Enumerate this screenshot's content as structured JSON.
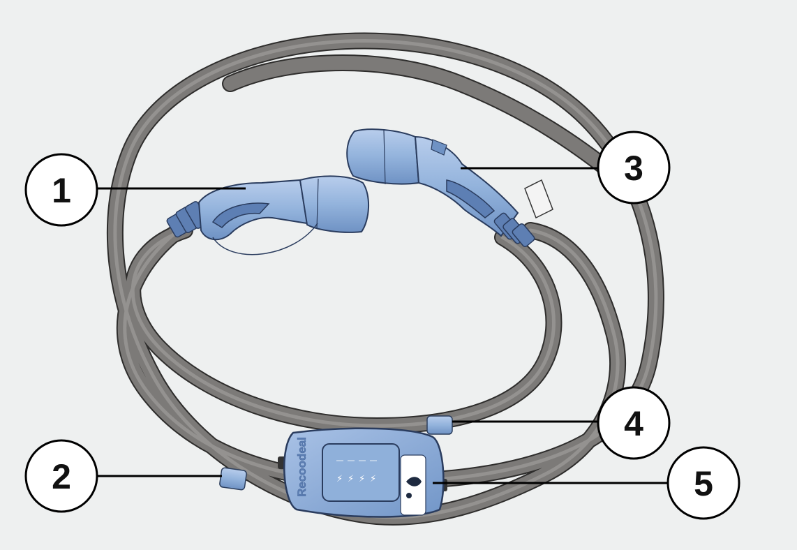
{
  "callouts": [
    {
      "number": "1",
      "part": "charging plug (vehicle side)"
    },
    {
      "number": "2",
      "part": "cable marker sleeve"
    },
    {
      "number": "3",
      "part": "charging plug (station side)"
    },
    {
      "number": "4",
      "part": "cable marker sleeve"
    },
    {
      "number": "5",
      "part": "in-cable control box"
    }
  ],
  "control_box": {
    "brand_text": "Recoodeal",
    "status_labels": [
      "",
      ""
    ]
  },
  "colors": {
    "background": "#eef0f0",
    "cable": "#7c7a78",
    "connector": "#95b5de",
    "callout_line": "#000000"
  }
}
